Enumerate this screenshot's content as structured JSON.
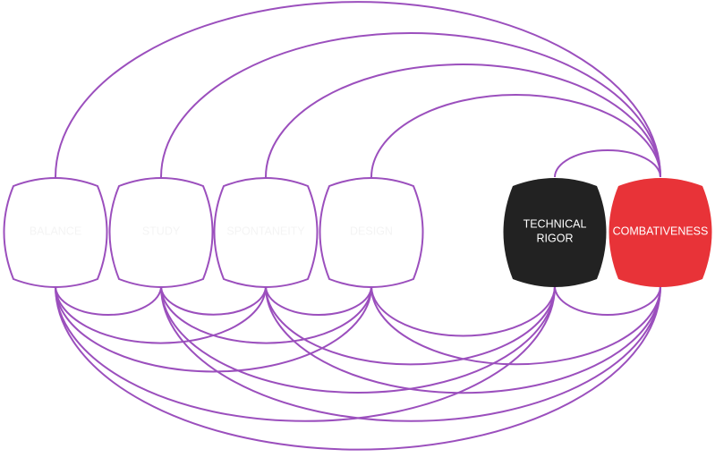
{
  "diagram": {
    "type": "arc-diagram",
    "edge_color": "#9b4fbd",
    "nodes": [
      {
        "id": "n1",
        "label": "",
        "hidden_label_hint": "BALANCE",
        "fill": "#ffffff",
        "stroke": "#9b4fbd",
        "text_color": "#f4f4f4"
      },
      {
        "id": "n2",
        "label": "",
        "hidden_label_hint": "STUDY",
        "fill": "#ffffff",
        "stroke": "#9b4fbd",
        "text_color": "#f4f4f4"
      },
      {
        "id": "n3",
        "label": "",
        "hidden_label_hint": "SPONTANEITY",
        "fill": "#ffffff",
        "stroke": "#9b4fbd",
        "text_color": "#f4f4f4"
      },
      {
        "id": "n4",
        "label": "",
        "hidden_label_hint": "DESIGN",
        "fill": "#ffffff",
        "stroke": "#9b4fbd",
        "text_color": "#f4f4f4"
      },
      {
        "id": "n5",
        "label": [
          "TECHNICAL",
          "RIGOR"
        ],
        "fill": "#222222",
        "stroke": "none",
        "text_color": "#ffffff"
      },
      {
        "id": "n6",
        "label": [
          "COMBATIVENESS"
        ],
        "fill": "#e83338",
        "stroke": "none",
        "text_color": "#ffffff"
      }
    ],
    "top_edges": [
      [
        "n1",
        "n6"
      ],
      [
        "n2",
        "n6"
      ],
      [
        "n3",
        "n6"
      ],
      [
        "n4",
        "n6"
      ],
      [
        "n5",
        "n6"
      ]
    ],
    "bottom_edges": [
      [
        "n1",
        "n2"
      ],
      [
        "n1",
        "n3"
      ],
      [
        "n1",
        "n4"
      ],
      [
        "n1",
        "n5"
      ],
      [
        "n1",
        "n6"
      ],
      [
        "n2",
        "n3"
      ],
      [
        "n2",
        "n4"
      ],
      [
        "n2",
        "n5"
      ],
      [
        "n2",
        "n6"
      ],
      [
        "n3",
        "n4"
      ],
      [
        "n3",
        "n5"
      ],
      [
        "n3",
        "n6"
      ],
      [
        "n4",
        "n5"
      ],
      [
        "n4",
        "n6"
      ],
      [
        "n5",
        "n6"
      ]
    ]
  }
}
